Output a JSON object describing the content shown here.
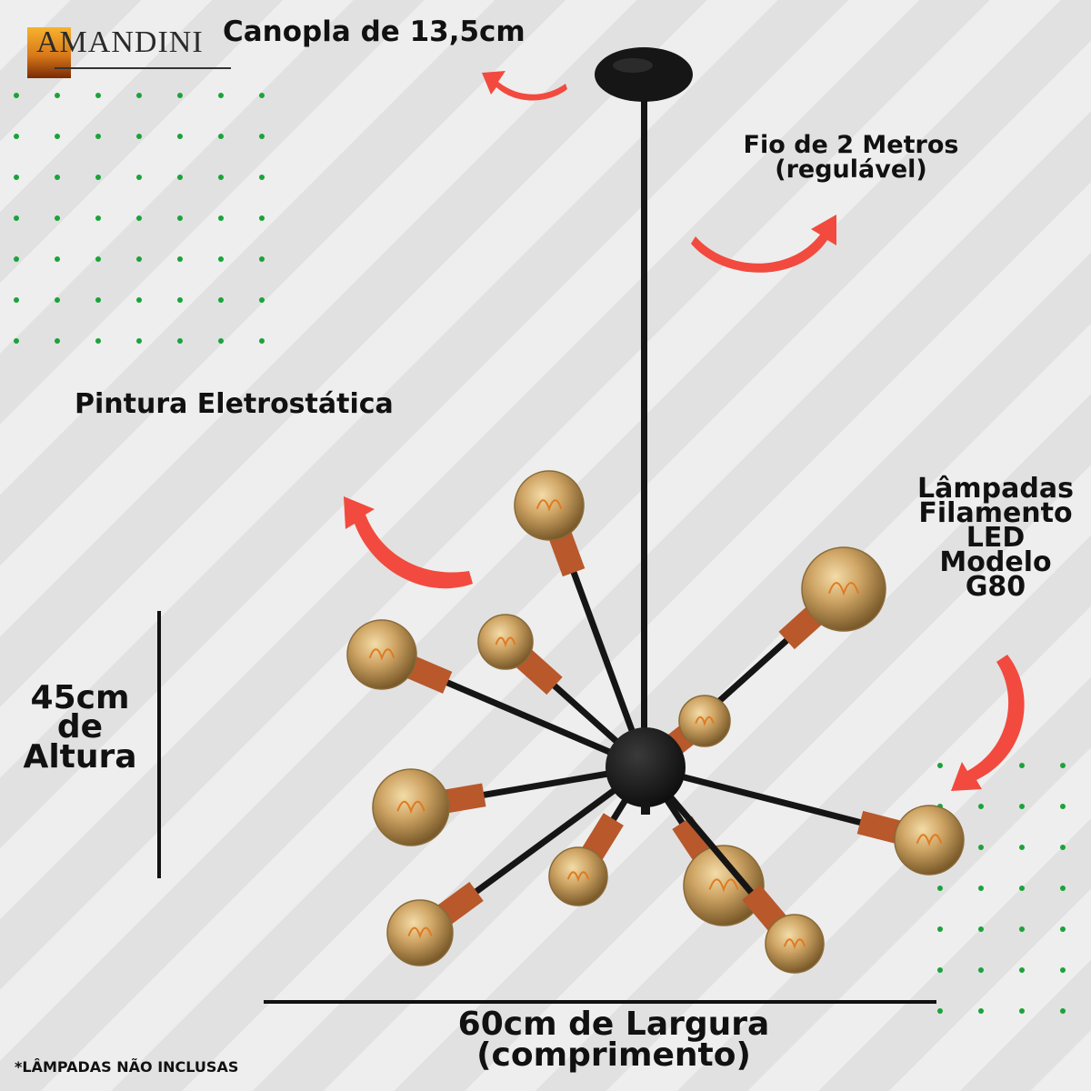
{
  "brand": {
    "name": "AMANDINI"
  },
  "labels": {
    "canopy": "Canopla de 13,5cm",
    "wire_line1": "Fio de 2 Metros",
    "wire_line2": "(regulável)",
    "paint": "Pintura Eletrostática",
    "bulbs_line1": "Lâmpadas",
    "bulbs_line2": "Filamento",
    "bulbs_line3": "LED",
    "bulbs_line4": "Modelo",
    "bulbs_line5": "G80",
    "height_line1": "45cm",
    "height_line2": "de",
    "height_line3": "Altura",
    "width_line1": "60cm de Largura",
    "width_line2": "(comprimento)",
    "disclaimer": "*LÂMPADAS NÃO INCLUSAS"
  },
  "colors": {
    "arrow": "#f24a3f",
    "dot_green": "#1aa33a",
    "socket_copper": "#b8582b",
    "bulb_amber": "#c9a060",
    "fixture_black": "#151515"
  }
}
